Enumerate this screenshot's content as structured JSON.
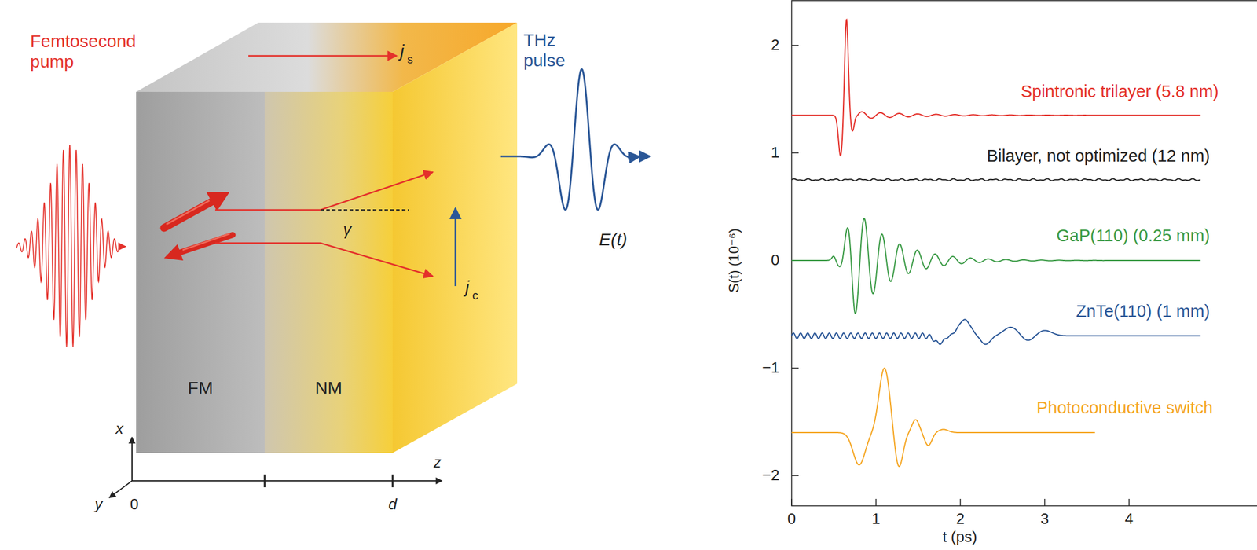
{
  "diagram": {
    "nodes": [
      {
        "text": [
          "FM"
        ]
      },
      {
        "text": [
          "NM"
        ]
      }
    ],
    "labels": [
      "Femtosecond pump",
      "j",
      "s",
      "γ",
      "j",
      "c",
      "THz pulse",
      "E(t)",
      "x",
      "y",
      "0",
      "z",
      "d",
      "2",
      "1",
      "0",
      "−1",
      "−2",
      "S(t) (10⁻⁶)",
      "0",
      "1",
      "2",
      "3",
      "4",
      "t (ps)",
      "Spintronic trilayer (5.8 nm)",
      "Bilayer, not optimized (12 nm)",
      "GaP(110) (0.25 mm)",
      "ZnTe(110) (1 mm)",
      "Photoconductive switch"
    ]
  }
}
